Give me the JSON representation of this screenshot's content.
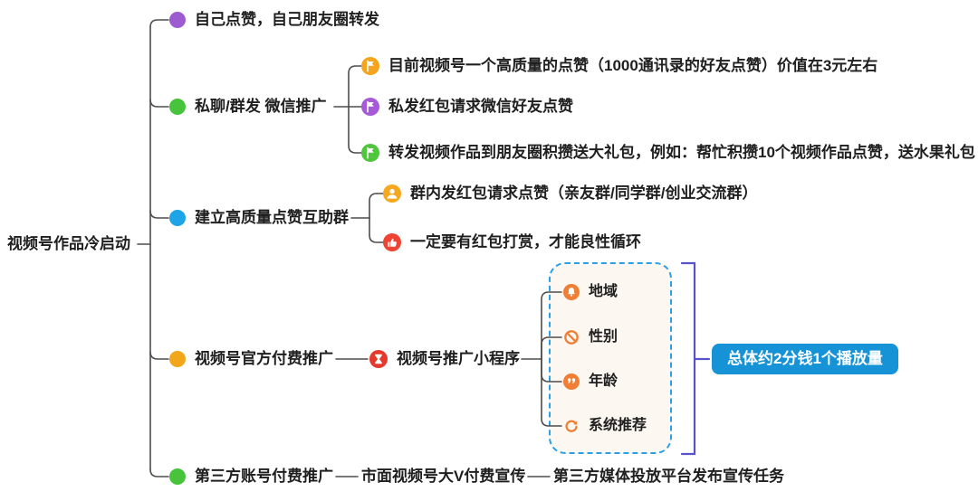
{
  "root": {
    "label": "视频号作品冷启动"
  },
  "colors": {
    "line": "#4d4d4d",
    "bracket": "#5a52c8",
    "badge_bg": "#1593d6",
    "box_border": "#2aa0e8",
    "box_fill": "#fcf7f1",
    "orange_icon": "#f07f35"
  },
  "branches": [
    {
      "label": "自己点赞，自己朋友圈转发",
      "color": "#9d5bd2"
    },
    {
      "label": "私聊/群发 微信推广",
      "color": "#47c43c",
      "children": [
        {
          "icon": "flag-icon",
          "icon_color": "#f5a51d",
          "label": "目前视频号一个高质量的点赞（1000通讯录的好友点赞）价值在3元左右"
        },
        {
          "icon": "flag-icon",
          "icon_color": "#a659d8",
          "label": "私发红包请求微信好友点赞"
        },
        {
          "icon": "flag-icon",
          "icon_color": "#4fc63c",
          "label": "转发视频作品到朋友圈积攒送大礼包，例如：帮忙积攒10个视频作品点赞，送水果礼包"
        }
      ]
    },
    {
      "label": "建立高质量点赞互助群",
      "color": "#1ea5e8",
      "children": [
        {
          "icon": "user-icon",
          "icon_color": "#f5a71f",
          "label": "群内发红包请求点赞（亲友群/同学群/创业交流群）"
        },
        {
          "icon": "thumb-up-icon",
          "icon_color": "#ee4433",
          "label": "一定要有红包打赏，才能良性循环"
        }
      ]
    },
    {
      "label": "视频号官方付费推广",
      "color": "#f2a71b",
      "children": [
        {
          "icon": "hourglass-icon",
          "icon_color": "#e6392e",
          "label": "视频号推广小程序",
          "options": [
            {
              "icon": "bell-icon",
              "label": "地域"
            },
            {
              "icon": "prohibit-icon",
              "label": "性别"
            },
            {
              "icon": "quote-icon",
              "label": "年龄"
            },
            {
              "icon": "refresh-icon",
              "label": "系统推荐"
            }
          ],
          "result_badge": "总体约2分钱1个播放量"
        }
      ]
    },
    {
      "label": "第三方账号付费推广",
      "color": "#47c43c",
      "children": [
        {
          "label": "市面视频号大V付费宣传",
          "children": [
            {
              "label": "第三方媒体投放平台发布宣传任务"
            }
          ]
        }
      ]
    }
  ]
}
